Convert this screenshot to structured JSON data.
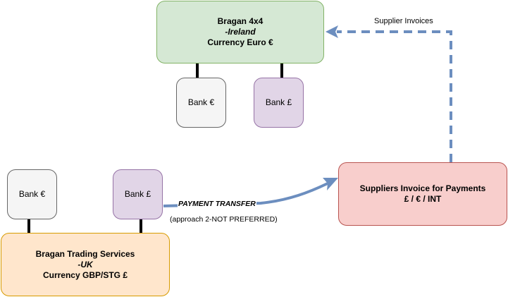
{
  "ireland": {
    "name": "Bragan 4x4",
    "country": "-Ireland",
    "currency": "Currency  Euro €",
    "bank_euro": "Bank €",
    "bank_gbp": "Bank £",
    "fill": "#d5e8d4",
    "border": "#82b366"
  },
  "uk": {
    "name": "Bragan Trading Services",
    "country": "-UK",
    "currency": "Currency GBP/STG £",
    "bank_euro": "Bank €",
    "bank_gbp": "Bank £",
    "fill": "#ffe6cc",
    "border": "#d79b00"
  },
  "suppliers": {
    "line1": "Suppliers Invoice for Payments",
    "line2": "£ / € / INT",
    "fill": "#f8cecc",
    "border": "#b85450"
  },
  "edges": {
    "supplier_invoices": "Supplier Invoices",
    "payment_transfer": "PAYMENT TRANSFER",
    "approach": "(approach 2-NOT PREFERRED)"
  },
  "colors": {
    "bank_euro_fill": "#f5f5f5",
    "bank_gbp_fill": "#e1d5e7",
    "arrow": "#6c8ebf",
    "connector": "#000000"
  }
}
